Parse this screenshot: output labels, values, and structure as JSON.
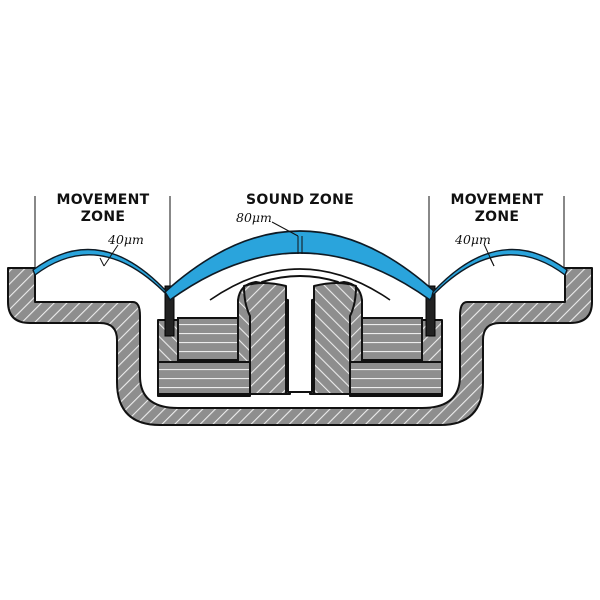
{
  "labels": {
    "left_zone_line1": "MOVEMENT",
    "left_zone_line2": "ZONE",
    "center_zone": "SOUND ZONE",
    "right_zone_line1": "MOVEMENT",
    "right_zone_line2": "ZONE",
    "left_thickness": "40μm",
    "center_thickness": "80μm",
    "right_thickness": "40μm"
  },
  "colors": {
    "diaphragm": "#2aa4dc",
    "diaphragm_outline": "#0e1a24",
    "body_fill": "#8e8e8e",
    "hatch_line": "#ececec",
    "outline": "#111111",
    "ring": "#222222"
  }
}
